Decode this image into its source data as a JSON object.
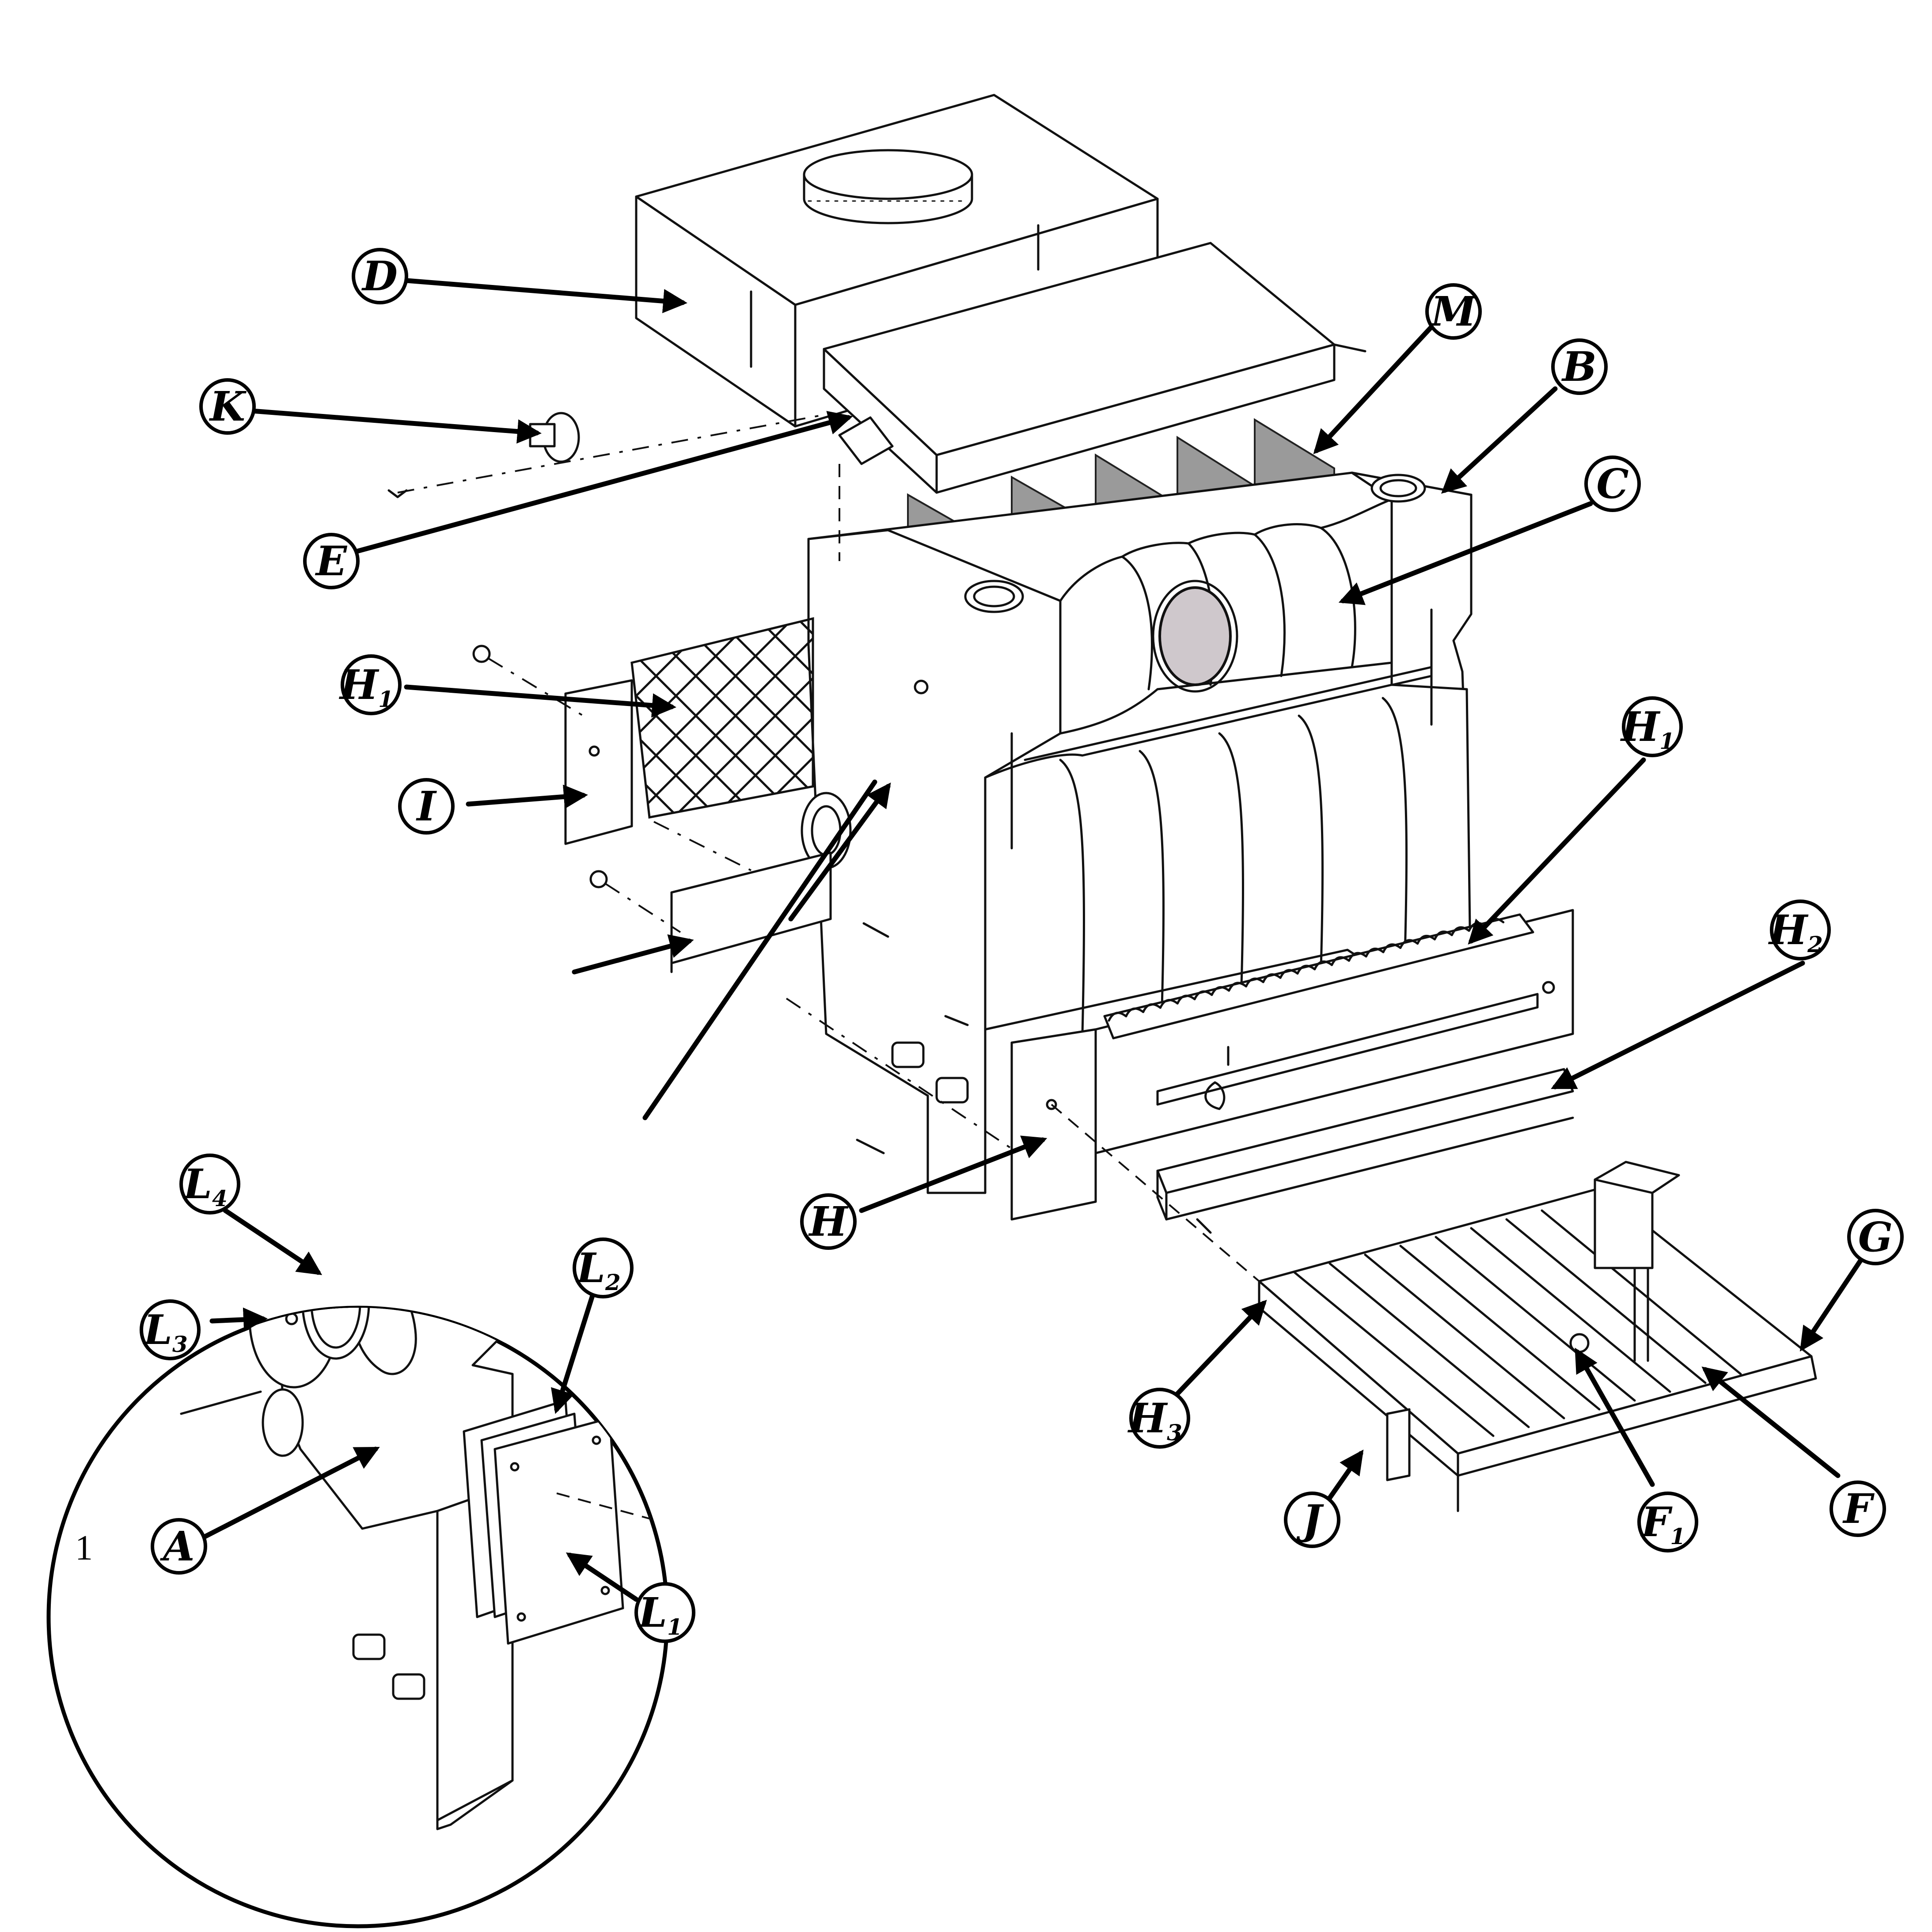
{
  "figure_number": "1",
  "callouts": {
    "D": {
      "letter": "D",
      "sub": ""
    },
    "K": {
      "letter": "K",
      "sub": ""
    },
    "E": {
      "letter": "E",
      "sub": ""
    },
    "M": {
      "letter": "M",
      "sub": ""
    },
    "B": {
      "letter": "B",
      "sub": ""
    },
    "C": {
      "letter": "C",
      "sub": ""
    },
    "H1_left": {
      "letter": "H",
      "sub": "1"
    },
    "I": {
      "letter": "I",
      "sub": ""
    },
    "H1_right": {
      "letter": "H",
      "sub": "1"
    },
    "H2": {
      "letter": "H",
      "sub": "2"
    },
    "H": {
      "letter": "H",
      "sub": ""
    },
    "G": {
      "letter": "G",
      "sub": ""
    },
    "H3": {
      "letter": "H",
      "sub": "3"
    },
    "J": {
      "letter": "J",
      "sub": ""
    },
    "F1": {
      "letter": "F",
      "sub": "1"
    },
    "F": {
      "letter": "F",
      "sub": ""
    },
    "L4": {
      "letter": "L",
      "sub": "4"
    },
    "L2": {
      "letter": "L",
      "sub": "2"
    },
    "L3": {
      "letter": "L",
      "sub": "3"
    },
    "A": {
      "letter": "A",
      "sub": ""
    },
    "L1": {
      "letter": "L",
      "sub": "1"
    }
  },
  "colors": {
    "line": "#111111",
    "baffle_fill": "#9a9a9a",
    "sight_glass_fill": "#cfc8cc",
    "background": "#ffffff"
  }
}
